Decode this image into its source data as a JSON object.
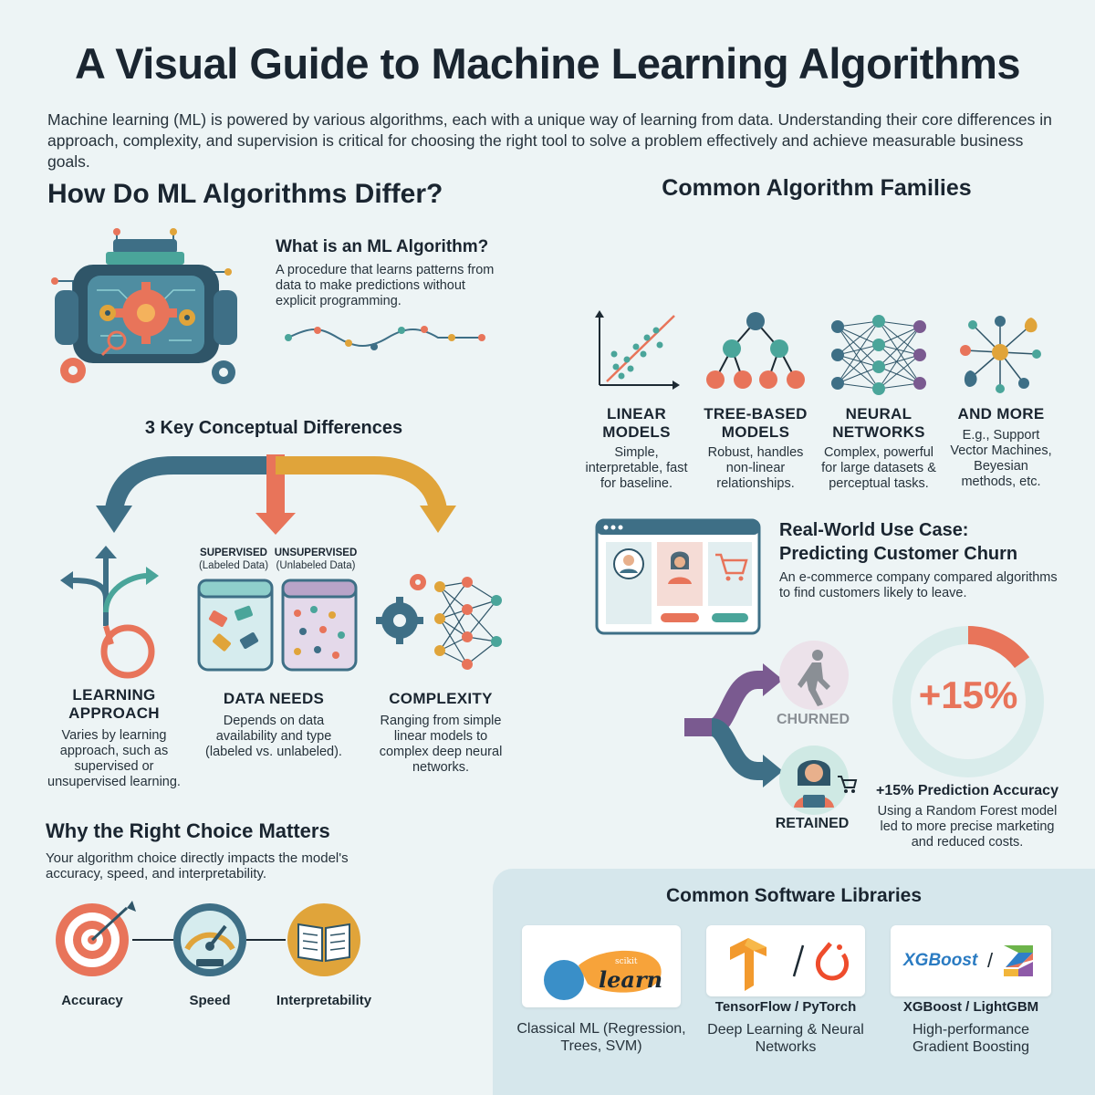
{
  "title": "A Visual Guide to Machine Learning Algorithms",
  "intro": "Machine learning (ML) is powered by various algorithms, each with a unique way of learning from data. Understanding their core differences in approach, complexity, and supervision is critical for choosing the right tool to solve a problem effectively and achieve measurable business goals.",
  "left": {
    "heading": "How Do ML Algorithms Differ?",
    "what_is": {
      "title": "What is an ML Algorithm?",
      "text": "A procedure that learns patterns from data to make predictions without explicit programming."
    },
    "differences": {
      "title": "3 Key Conceptual Differences",
      "supervised_label": "SUPERVISED",
      "supervised_sub": "(Labeled Data)",
      "unsupervised_label": "UNSUPERVISED",
      "unsupervised_sub": "(Unlabeled Data)",
      "items": [
        {
          "title": "LEARNING APPROACH",
          "text": "Varies by learning approach, such as supervised or unsupervised learning."
        },
        {
          "title": "DATA NEEDS",
          "text": "Depends on data availability and type (labeled vs. unlabeled)."
        },
        {
          "title": "COMPLEXITY",
          "text": "Ranging from simple linear models to complex deep neural networks."
        }
      ]
    },
    "why": {
      "title": "Why the Right Choice Matters",
      "text": "Your algorithm choice directly impacts the model's accuracy, speed, and interpretability.",
      "items": [
        "Accuracy",
        "Speed",
        "Interpretability"
      ]
    }
  },
  "right": {
    "families_heading": "Common Algorithm Families",
    "families": [
      {
        "title": "LINEAR MODELS",
        "text": "Simple, interpretable, fast for baseline."
      },
      {
        "title": "TREE-BASED MODELS",
        "text": "Robust, handles non-linear relationships."
      },
      {
        "title": "NEURAL NETWORKS",
        "text": "Complex, powerful for large datasets & perceptual tasks."
      },
      {
        "title": "AND MORE",
        "text": "E.g., Support Vector Machines, Beyesian methods, etc."
      }
    ],
    "use_case": {
      "title_line1": "Real-World Use Case:",
      "title_line2": "Predicting Customer Churn",
      "text": "An e-commerce company compared algorithms to find customers likely to leave.",
      "churned": "CHURNED",
      "retained": "RETAINED",
      "big_value": "+15%",
      "improvement": 0.15,
      "result_title": "+15% Prediction Accuracy",
      "result_text": "Using a Random Forest model led to more precise marketing and reduced costs."
    },
    "libraries": {
      "heading": "Common Software Libraries",
      "sklearn_logo_small": "scikit",
      "sklearn_logo_big": "learn",
      "xgb_logo": "XGBoost",
      "xgb_logo_sep": "/",
      "items": [
        {
          "name": "",
          "desc": "Classical ML (Regression, Trees, SVM)"
        },
        {
          "name": "TensorFlow / PyTorch",
          "desc": "Deep Learning & Neural Networks"
        },
        {
          "name": "XGBoost / LightGBM",
          "desc": "High-performance Gradient Boosting"
        }
      ]
    }
  },
  "colors": {
    "blue": "#3e6f86",
    "orange": "#e8745a",
    "mustard": "#e0a43a",
    "teal": "#4aa59a",
    "purple": "#7a5a90",
    "ring_bg": "#d9eceb"
  }
}
